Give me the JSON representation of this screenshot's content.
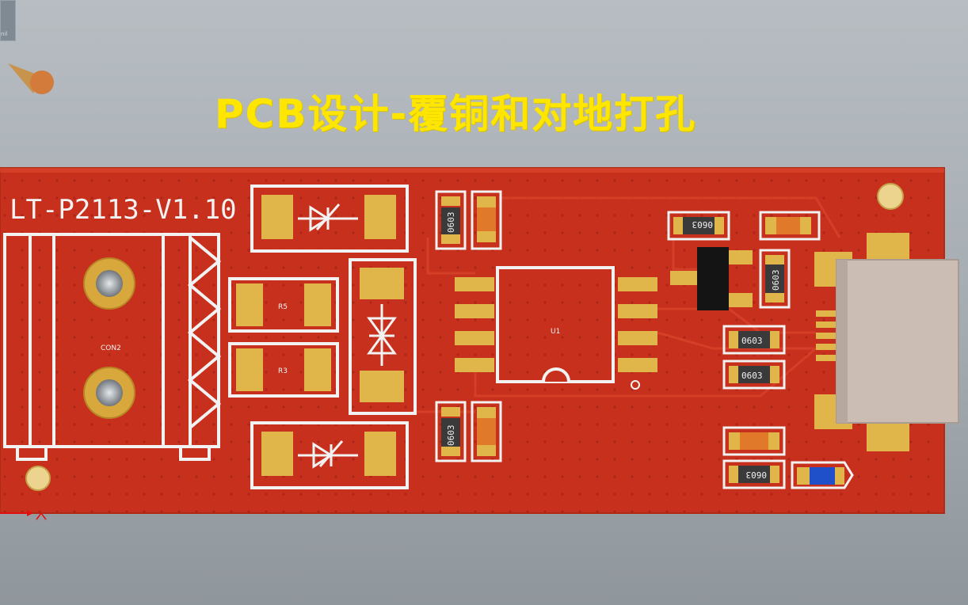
{
  "title": "PCB设计-覆铜和对地打孔",
  "corner_tab_label": "nil",
  "board": {
    "silk_label": "LT-P2113-V1.10",
    "designators": {
      "connector": "CON2",
      "resistor_top": "R5",
      "resistor_bottom": "R3",
      "ic": "U1"
    },
    "package_labels": {
      "p0603": "0603"
    },
    "colors": {
      "copper": "#c7301c",
      "pad": "#e0b64a",
      "silk": "#f2f2f2",
      "background": "#a9b0b6",
      "title": "#ffe600"
    }
  }
}
